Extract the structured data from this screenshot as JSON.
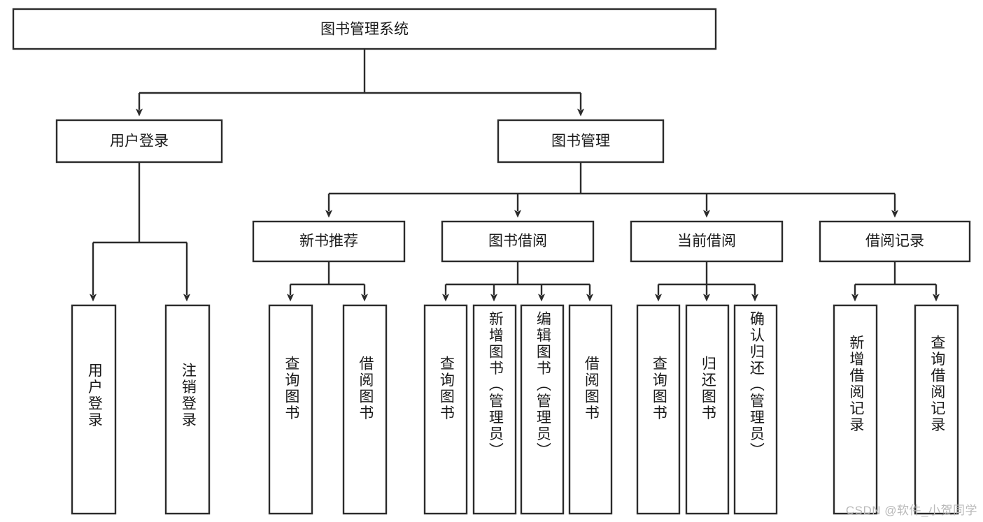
{
  "diagram": {
    "title": "图书管理系统",
    "type": "tree-functional-structure",
    "root": {
      "label": "图书管理系统"
    },
    "level2": [
      {
        "label": "用户登录"
      },
      {
        "label": "图书管理"
      }
    ],
    "level3": [
      {
        "label": "新书推荐"
      },
      {
        "label": "图书借阅"
      },
      {
        "label": "当前借阅"
      },
      {
        "label": "借阅记录"
      }
    ],
    "leaves": {
      "user_login": [
        {
          "label": "用户登录"
        },
        {
          "label": "注销登录"
        }
      ],
      "new_book_recommend": [
        {
          "label": "查询图书"
        },
        {
          "label": "借阅图书"
        }
      ],
      "book_borrow": [
        {
          "label": "查询图书"
        },
        {
          "label": "新增图书（管理员）"
        },
        {
          "label": "编辑图书（管理员）"
        },
        {
          "label": "借阅图书"
        }
      ],
      "current_borrow": [
        {
          "label": "查询图书"
        },
        {
          "label": "归还图书"
        },
        {
          "label": "确认归还（管理员）"
        }
      ],
      "borrow_record": [
        {
          "label": "新增借阅记录"
        },
        {
          "label": "查询借阅记录"
        }
      ]
    }
  },
  "watermark": {
    "text": "CSDN @软件_小贺同学"
  },
  "colors": {
    "stroke": "#2b2b2b",
    "box_fill": "#ffffff",
    "text": "#1a1a1a",
    "watermark": "#b9b9b9",
    "background": "#ffffff"
  }
}
